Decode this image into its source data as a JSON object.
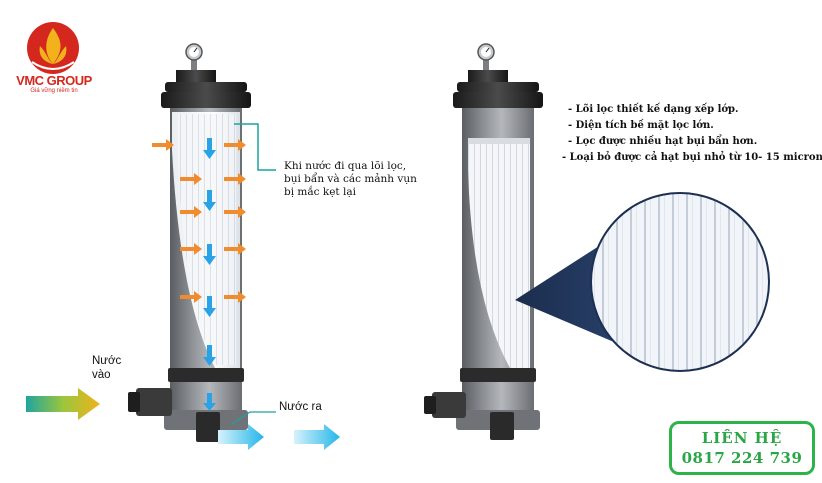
{
  "brand": {
    "name": "VMC GROUP",
    "tagline": "Giá vững niềm tin",
    "colors": {
      "primary": "#d4281f",
      "accent": "#f2b21b"
    }
  },
  "left_diagram": {
    "annotation": [
      "Khi nước đi qua lõi lọc,",
      "bụi bẩn và các mảnh vụn",
      "bị mắc kẹt lại"
    ],
    "inlet_label": [
      "Nước",
      "vào"
    ],
    "outlet_label": "Nước ra"
  },
  "right_diagram": {
    "bullets": [
      "- Lõi lọc thiết kế dạng xếp lớp.",
      "- Diện tích bề mặt lọc lớn.",
      "- Lọc được nhiều hạt bụi bẩn hơn.",
      "- Loại bỏ được cả hạt bụi nhỏ từ 10- 15 micron"
    ]
  },
  "contact": {
    "title": "LIÊN HỆ",
    "phone": "0817 224 739",
    "color": "#2aa646"
  },
  "icons": [
    "pressure-gauge-icon",
    "flow-arrow-icon",
    "logo-flame-icon"
  ]
}
